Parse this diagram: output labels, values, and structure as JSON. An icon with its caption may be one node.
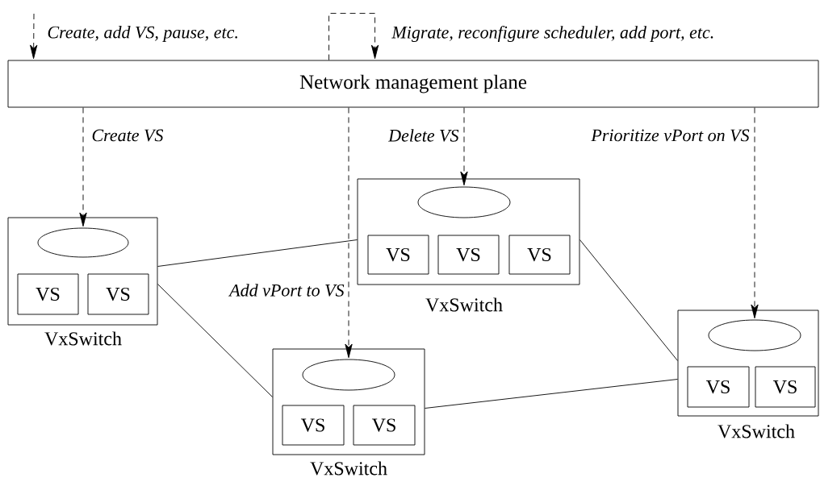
{
  "diagram": {
    "nodes": [
      {
        "text": [
          "Network management plane"
        ]
      },
      {
        "text": [],
        "shape": "box",
        "beside": [
          "VxSwitch"
        ]
      },
      {
        "text": [],
        "shape": "ellipse",
        "in": 1
      },
      {
        "text": [
          "VS"
        ],
        "in": 1
      },
      {
        "text": [
          "VS"
        ],
        "in": 1
      },
      {
        "text": [],
        "shape": "box",
        "beside": [
          "VxSwitch"
        ]
      },
      {
        "text": [],
        "shape": "ellipse",
        "in": 5
      },
      {
        "text": [
          "VS"
        ],
        "in": 5
      },
      {
        "text": [
          "VS"
        ],
        "in": 5
      },
      {
        "text": [
          "VS"
        ],
        "in": 5
      },
      {
        "text": [],
        "shape": "box",
        "beside": [
          "VxSwitch"
        ]
      },
      {
        "text": [],
        "shape": "ellipse",
        "in": 10
      },
      {
        "text": [
          "VS"
        ],
        "in": 10
      },
      {
        "text": [
          "VS"
        ],
        "in": 10
      },
      {
        "text": [],
        "shape": "box",
        "beside": [
          "VxSwitch"
        ]
      },
      {
        "text": [],
        "shape": "ellipse",
        "in": 14
      },
      {
        "text": [
          "VS"
        ],
        "in": 14
      },
      {
        "text": [
          "VS"
        ],
        "in": 14
      }
    ],
    "edges": [
      {
        "from": null,
        "to": 0,
        "arrow": "to",
        "style": "dashed",
        "label": "Create, add VS, pause, etc."
      },
      {
        "from": 0,
        "to": 0,
        "arrow": "to",
        "style": "dashed",
        "label": "Migrate, reconfigure scheduler, add port, etc."
      },
      {
        "from": 0,
        "to": 2,
        "arrow": "to",
        "style": "dashed",
        "label": "Create VS"
      },
      {
        "from": 0,
        "to": 6,
        "arrow": "to",
        "style": "dashed",
        "label": "Delete VS"
      },
      {
        "from": 0,
        "to": 11,
        "arrow": "to",
        "style": "dashed",
        "label": "Add vPort to VS"
      },
      {
        "from": 0,
        "to": 15,
        "arrow": "to",
        "style": "dashed",
        "label": "Prioritize vPort on VS"
      },
      {
        "from": 1,
        "to": 5,
        "arrow": "none"
      },
      {
        "from": 1,
        "to": 10,
        "arrow": "none"
      },
      {
        "from": 5,
        "to": 14,
        "arrow": "none"
      },
      {
        "from": 10,
        "to": 14,
        "arrow": "none"
      }
    ]
  }
}
